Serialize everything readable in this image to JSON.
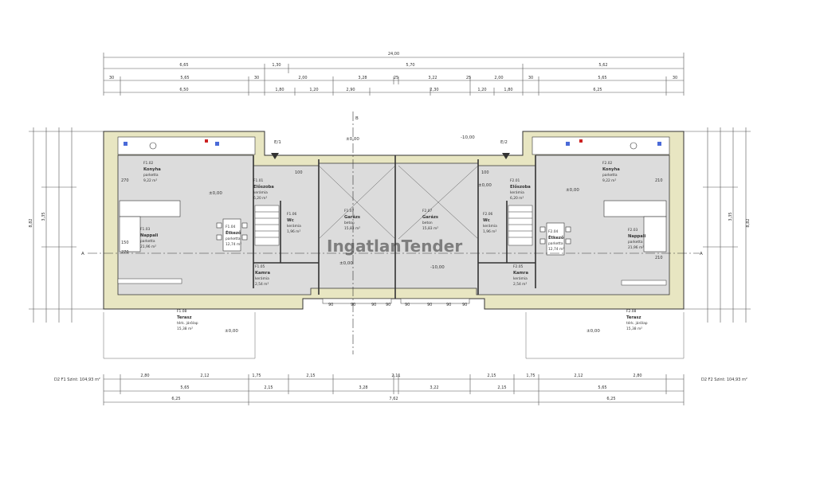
{
  "colors": {
    "wall_fill": "#e8e6c2",
    "floor_gray": "#dcdcdc",
    "line": "#333333",
    "window_blue": "#4a6ad8",
    "marker_red": "#cc2222"
  },
  "watermark": "IngatlanTender",
  "sections": {
    "left": "A",
    "right": "A",
    "vert": "B",
    "left_mark": "E/1",
    "right_mark": "E/2"
  },
  "top_dims": {
    "row1": [
      "24,00"
    ],
    "row2": [
      "6,65",
      "1,30",
      "5,70",
      "5,62"
    ],
    "row3": [
      "30",
      "5,65",
      "30",
      "2,00",
      "3,28",
      "25",
      "3,22",
      "25",
      "2,00",
      "30",
      "5,65",
      "30"
    ],
    "row4": [
      "6,50",
      "1,80",
      "1,20",
      "2,90",
      "2,30",
      "1,20",
      "1,80",
      "6,25"
    ]
  },
  "bottom_dims": {
    "row1": [
      "2,80",
      "2,12",
      "1,75",
      "2,15",
      "2,11",
      "2,15",
      "1,75",
      "2,12",
      "2,80"
    ],
    "row2": [
      "5,65",
      "2,15",
      "3,28",
      "3,22",
      "2,15",
      "5,65"
    ],
    "row3": [
      "6,25",
      "7,62",
      "6,25"
    ]
  },
  "side_dims": {
    "left_outer": "8,82",
    "right_outer": "8,82",
    "left_h": "3,35",
    "right_h": "3,35"
  },
  "area_notes": {
    "left": "D2 F1 Szint: 104,93 m²",
    "right": "D2 F2 Szint: 104,93 m²"
  },
  "levels": {
    "l1": "±0,00",
    "l2": "±0,00",
    "l3": "±0,00",
    "l4": "±0,00",
    "r1": "±0,00",
    "r2": "-10,00",
    "r3": "-10,00",
    "r4": "±0,00",
    "r5": "±0,00"
  },
  "rooms": [
    {
      "id": "F1.02",
      "name": "Konyha",
      "floor": "parketta",
      "area": "9,22 m²"
    },
    {
      "id": "F1.01",
      "name": "Előszoba",
      "floor": "kerámia",
      "area": "6,20 m²"
    },
    {
      "id": "F1.03",
      "name": "Nappali",
      "floor": "parketta",
      "area": "21,96 m²"
    },
    {
      "id": "F1.04",
      "name": "Étkező",
      "floor": "parketta",
      "area": "12,74 m²"
    },
    {
      "id": "F1.06",
      "name": "Wc",
      "floor": "kerámia",
      "area": "1,96 m²"
    },
    {
      "id": "F1.07",
      "name": "Garázs",
      "floor": "beton",
      "area": "15,83 m²"
    },
    {
      "id": "F1.05",
      "name": "Kamra",
      "floor": "kerámia",
      "area": "2,54 m²"
    },
    {
      "id": "F1.08",
      "name": "Terasz",
      "floor": "térk. járólap",
      "area": "15,38 m²"
    },
    {
      "id": "F2.07",
      "name": "Garázs",
      "floor": "beton",
      "area": "15,83 m²"
    },
    {
      "id": "F2.01",
      "name": "Előszoba",
      "floor": "kerámia",
      "area": "6,20 m²"
    },
    {
      "id": "F2.02",
      "name": "Konyha",
      "floor": "parketta",
      "area": "9,22 m²"
    },
    {
      "id": "F2.06",
      "name": "Wc",
      "floor": "kerámia",
      "area": "1,96 m²"
    },
    {
      "id": "F2.04",
      "name": "Étkező",
      "floor": "parketta",
      "area": "12,74 m²"
    },
    {
      "id": "F2.03",
      "name": "Nappali",
      "floor": "parketta",
      "area": "21,96 m²"
    },
    {
      "id": "F2.05",
      "name": "Kamra",
      "floor": "kerámia",
      "area": "2,54 m²"
    },
    {
      "id": "F2.08",
      "name": "Terasz",
      "floor": "térk. járólap",
      "area": "15,38 m²"
    }
  ],
  "openings": [
    "90",
    "90",
    "90",
    "90",
    "90",
    "90",
    "90",
    "90"
  ],
  "misc": {
    "t270a": "270",
    "t270b": "270",
    "t210a": "210",
    "t210b": "210",
    "t150": "150",
    "t100a": "100",
    "t100b": "100"
  }
}
